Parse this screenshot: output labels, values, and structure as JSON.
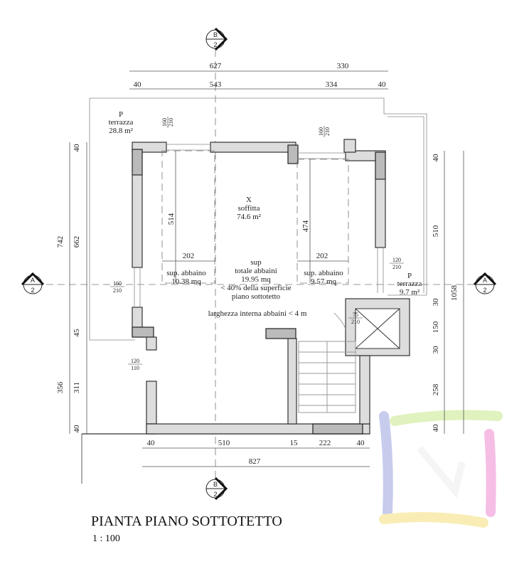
{
  "sections": {
    "b_top": [
      "B",
      "2"
    ],
    "b_bottom": [
      "B",
      "2"
    ],
    "a_left": [
      "A",
      "2"
    ],
    "a_right": [
      "A",
      "2"
    ]
  },
  "dims_top": {
    "d627": "627",
    "d330": "330",
    "d40a": "40",
    "d543": "543",
    "d334": "334",
    "d40b": "40"
  },
  "dims_left": {
    "d40a": "40",
    "d742": "742",
    "d662": "662",
    "d45": "45",
    "d356": "356",
    "d311": "311",
    "d40b": "40"
  },
  "dims_right": {
    "d40a": "40",
    "d510": "510",
    "d1058": "1058",
    "d30a": "30",
    "d150": "150",
    "d30b": "30",
    "d258": "258",
    "d40b": "40"
  },
  "dims_bottom": {
    "d40a": "40",
    "d510": "510",
    "d15": "15",
    "d222": "222",
    "d40b": "40",
    "d827": "827"
  },
  "rooms": {
    "terrazza_big": {
      "code": "P",
      "name": "terrazza",
      "area": "28.8 m²"
    },
    "soffitta": {
      "code": "X",
      "name": "soffitta",
      "area": "74.6 m²"
    },
    "terrazza_small": {
      "code": "P",
      "name": "terrazza",
      "area": "9.7 m²"
    }
  },
  "abbaini": {
    "h_left": "514",
    "h_right": "474",
    "w_left": "202",
    "w_right": "202",
    "left_label": "sup. abbaino",
    "left_area": "10.38 mq",
    "right_label": "sup. abbaino",
    "right_area": "9.57 mq",
    "total": [
      "sup",
      "totale abbaini",
      "19.95 mq",
      "< 40% della superficie",
      "piano sottotetto"
    ],
    "note": "larghezza interna abbaini < 4 m"
  },
  "openings": {
    "w1": [
      "160",
      "210"
    ],
    "w2": [
      "160",
      "210"
    ],
    "w3": [
      "160",
      "210"
    ],
    "w4": [
      "120",
      "210"
    ],
    "door": [
      "75",
      "210"
    ],
    "w5": [
      "120",
      "110"
    ]
  },
  "title": "PIANTA PIANO SOTTOTETTO",
  "scale": "1 : 100"
}
